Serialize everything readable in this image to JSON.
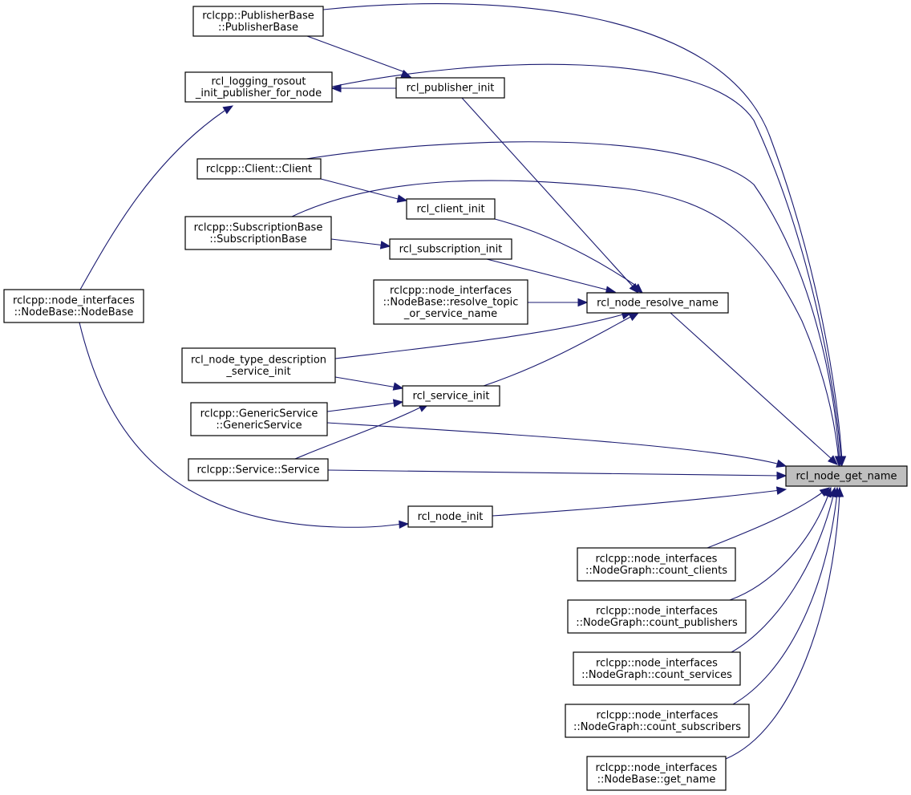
{
  "graph": {
    "title": "rcl_node_get_name caller graph",
    "edge_color": "#191970",
    "focus_fill": "#bfbfbf",
    "nodes": [
      {
        "id": "publisherbase",
        "lines": [
          "rclcpp::PublisherBase",
          "::PublisherBase"
        ]
      },
      {
        "id": "logging-rosout",
        "lines": [
          "rcl_logging_rosout",
          "_init_publisher_for_node"
        ]
      },
      {
        "id": "publisher-init",
        "lines": [
          "rcl_publisher_init"
        ]
      },
      {
        "id": "client-client",
        "lines": [
          "rclcpp::Client::Client"
        ]
      },
      {
        "id": "client-init",
        "lines": [
          "rcl_client_init"
        ]
      },
      {
        "id": "subscriptionbase",
        "lines": [
          "rclcpp::SubscriptionBase",
          "::SubscriptionBase"
        ]
      },
      {
        "id": "subscription-init",
        "lines": [
          "rcl_subscription_init"
        ]
      },
      {
        "id": "resolve-topic",
        "lines": [
          "rclcpp::node_interfaces",
          "::NodeBase::resolve_topic",
          "_or_service_name"
        ]
      },
      {
        "id": "node-resolve-name",
        "lines": [
          "rcl_node_resolve_name"
        ]
      },
      {
        "id": "nodebase-nodebase",
        "lines": [
          "rclcpp::node_interfaces",
          "::NodeBase::NodeBase"
        ]
      },
      {
        "id": "type-description",
        "lines": [
          "rcl_node_type_description",
          "_service_init"
        ]
      },
      {
        "id": "service-init",
        "lines": [
          "rcl_service_init"
        ]
      },
      {
        "id": "genericservice",
        "lines": [
          "rclcpp::GenericService",
          "::GenericService"
        ]
      },
      {
        "id": "service-service",
        "lines": [
          "rclcpp::Service::Service"
        ]
      },
      {
        "id": "node-init",
        "lines": [
          "rcl_node_init"
        ]
      },
      {
        "id": "node-get-name",
        "lines": [
          "rcl_node_get_name"
        ],
        "focus": true
      },
      {
        "id": "count-clients",
        "lines": [
          "rclcpp::node_interfaces",
          "::NodeGraph::count_clients"
        ]
      },
      {
        "id": "count-publishers",
        "lines": [
          "rclcpp::node_interfaces",
          "::NodeGraph::count_publishers"
        ]
      },
      {
        "id": "count-services",
        "lines": [
          "rclcpp::node_interfaces",
          "::NodeGraph::count_services"
        ]
      },
      {
        "id": "count-subscribers",
        "lines": [
          "rclcpp::node_interfaces",
          "::NodeGraph::count_subscribers"
        ]
      },
      {
        "id": "get-name",
        "lines": [
          "rclcpp::node_interfaces",
          "::NodeBase::get_name"
        ]
      }
    ]
  }
}
